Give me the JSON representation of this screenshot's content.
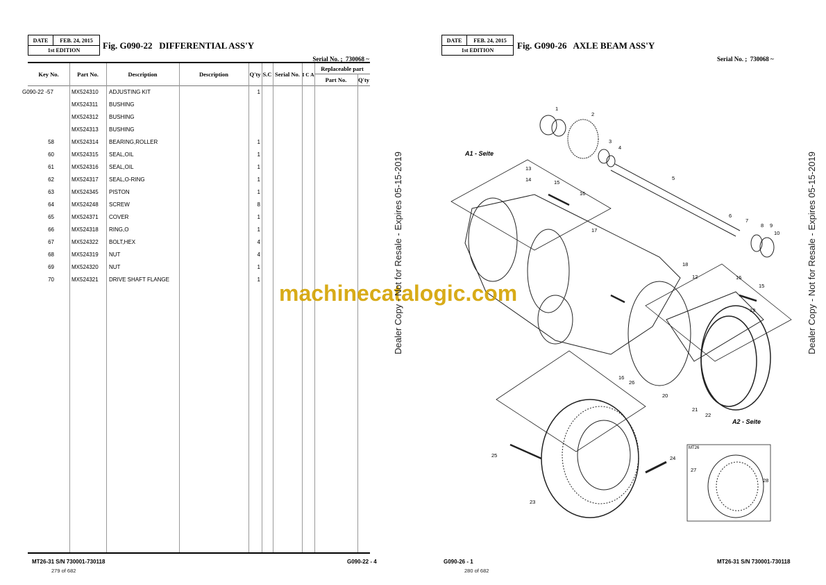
{
  "left": {
    "date_label": "DATE",
    "date": "FEB. 24, 2015",
    "edition": "1st EDITION",
    "title": "Fig. G090-22   DIFFERENTIAL ASS'Y",
    "serial": "Serial No. ;  730068 ~",
    "headers": {
      "key": "Key No.",
      "part": "Part No.",
      "desc": "Description",
      "desc2": "Description",
      "qty": "Q'ty",
      "sc": "S.C",
      "serialno": "Serial No.",
      "ica": "I C A",
      "replaceable": "Replaceable part",
      "rp_part": "Part No.",
      "rp_qty": "Q'ty"
    },
    "rows": [
      {
        "key": "G090-22 -57",
        "part": "MX524310",
        "desc": "ADJUSTING KIT",
        "qty": "1"
      },
      {
        "key": "",
        "part": "MX524311",
        "desc": "BUSHING",
        "qty": ""
      },
      {
        "key": "",
        "part": "MX524312",
        "desc": "BUSHING",
        "qty": ""
      },
      {
        "key": "",
        "part": "MX524313",
        "desc": "BUSHING",
        "qty": ""
      },
      {
        "key": "58",
        "part": "MX524314",
        "desc": "BEARING,ROLLER",
        "qty": "1"
      },
      {
        "key": "60",
        "part": "MX524315",
        "desc": "SEAL,OIL",
        "qty": "1"
      },
      {
        "key": "61",
        "part": "MX524316",
        "desc": "SEAL,OIL",
        "qty": "1"
      },
      {
        "key": "62",
        "part": "MX524317",
        "desc": "SEAL,O-RING",
        "qty": "1"
      },
      {
        "key": "63",
        "part": "MX524345",
        "desc": "PISTON",
        "qty": "1"
      },
      {
        "key": "64",
        "part": "MX524248",
        "desc": "SCREW",
        "qty": "8"
      },
      {
        "key": "65",
        "part": "MX524371",
        "desc": "COVER",
        "qty": "1"
      },
      {
        "key": "66",
        "part": "MX524318",
        "desc": "RING,O",
        "qty": "1"
      },
      {
        "key": "67",
        "part": "MX524322",
        "desc": "BOLT,HEX",
        "qty": "4"
      },
      {
        "key": "68",
        "part": "MX524319",
        "desc": "NUT",
        "qty": "4"
      },
      {
        "key": "69",
        "part": "MX524320",
        "desc": "NUT",
        "qty": "1"
      },
      {
        "key": "70",
        "part": "MX524321",
        "desc": "DRIVE SHAFT FLANGE",
        "qty": "1"
      }
    ],
    "footer_model": "MT26-31 S/N 730001-730118",
    "footer_fig": "G090-22 - 4",
    "page": "279 of 682"
  },
  "right": {
    "date_label": "DATE",
    "date": "FEB. 24, 2015",
    "edition": "1st EDITION",
    "title": "Fig. G090-26   AXLE BEAM ASS'Y",
    "serial": "Serial No. ;  730068 ~",
    "footer_fig": "G090-26 - 1",
    "footer_model": "MT26-31 S/N 730001-730118",
    "page": "280 of 682",
    "diagram": {
      "a1": "A1 - Seite",
      "a2": "A2 - Seite",
      "inset": "MT26",
      "callouts": [
        "1",
        "2",
        "3",
        "4",
        "5",
        "6",
        "7",
        "8",
        "9",
        "10",
        "12",
        "13",
        "14",
        "15",
        "16",
        "17",
        "18",
        "15",
        "16",
        "19",
        "16",
        "26",
        "20",
        "21",
        "22",
        "23",
        "24",
        "25",
        "27",
        "28"
      ]
    }
  },
  "watermark": "machinecatalogic.com",
  "dealer_notice": "Dealer Copy - Not for Resale - Expires 05-15-2019"
}
